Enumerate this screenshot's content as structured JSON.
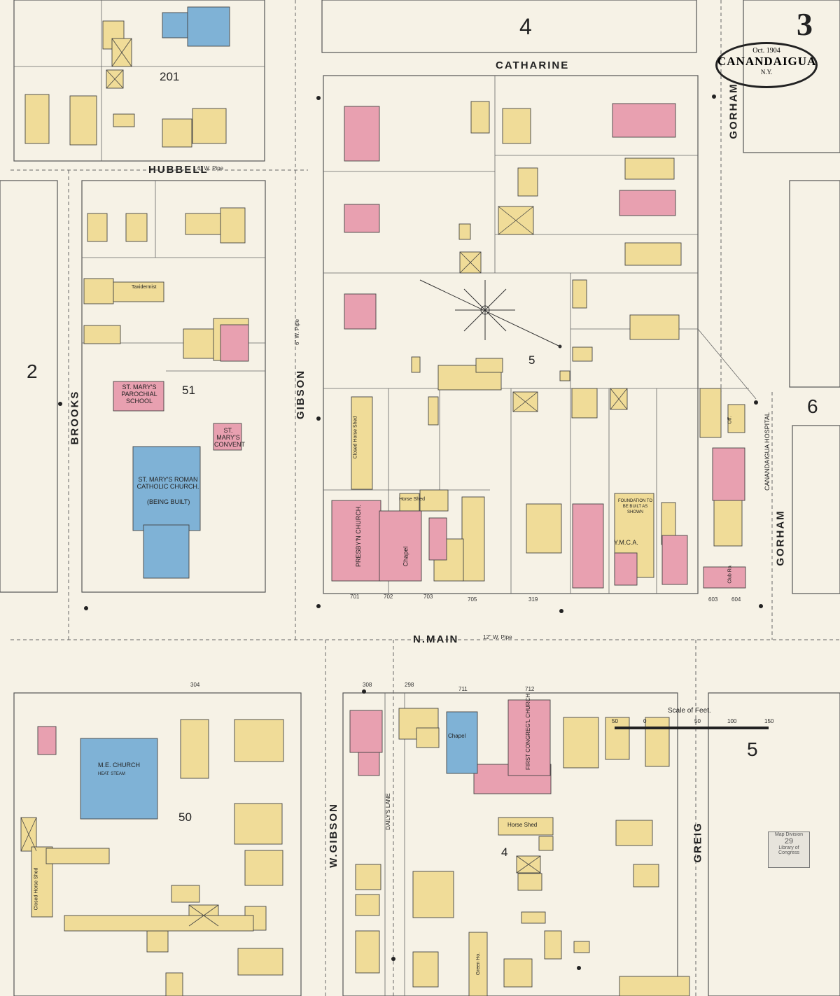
{
  "sheet": {
    "number": "3",
    "date": "Oct. 1904",
    "city": "CANANDAIGUA",
    "state": "N.Y."
  },
  "streets": {
    "catharine": "CATHARINE",
    "hubbell": "HUBBELL",
    "gibson": "GIBSON",
    "brooks": "BROOKS",
    "gorham_top": "GORHAM",
    "gorham_bottom": "GORHAM",
    "n_main": "N.MAIN",
    "w_gibson": "W.GIBSON",
    "dailys_lane": "DAILY'S LANE",
    "greig": "GREIG"
  },
  "blocks": {
    "b201": "201",
    "b51": "51",
    "b5": "5",
    "b50": "50",
    "b4": "4"
  },
  "adjacent_sheets": {
    "top": "4",
    "left": "2",
    "right": "6",
    "bottom_right": "5"
  },
  "buildings": {
    "parochial_school": "ST. MARY'S PAROCHIAL SCHOOL",
    "convent": "ST. MARY'S CONVENT",
    "catholic_church": "ST. MARY'S ROMAN CATHOLIC CHURCH.",
    "catholic_church_note": "(BEING BUILT)",
    "presbyn_church": "PRESBY'N CHURCH.",
    "chapel_north": "Chapel",
    "horse_shed_north": "Horse Shed",
    "ymca": "Y.M.C.A.",
    "foundation_note": "FOUNDATION TO BE BUILT AS SHOWN",
    "hospital": "CANANDAIGUA HOSPITAL",
    "club": "Club Ro.",
    "office": "Off.",
    "me_church": "M.E. CHURCH",
    "me_church_note": "HEAT: STEAM",
    "chapel_south": "Chapel",
    "congreg_church": "FIRST CONGREG'L CHURCH",
    "horse_shed_south": "Horse Shed",
    "closed_horse_shed_n": "Closed Horse Shed",
    "closed_horse_shed_s": "Closed Horse Shed",
    "taxidermist": "Taxidermist",
    "green_ho": "Green Ho."
  },
  "addresses": {
    "a701": "701",
    "a702": "702",
    "a703": "703",
    "a705": "705",
    "a319": "319",
    "a603": "603",
    "a604": "604",
    "a712": "712",
    "a308": "308",
    "a298": "298",
    "a711": "711",
    "a304": "304"
  },
  "pipes": {
    "n_main": "12\" W. Pipe",
    "hubbell": "6\" W. Pipe",
    "gibson": "6\" W. Pipe"
  },
  "scale": {
    "label": "Scale of Feet.",
    "ticks": [
      "50",
      "0",
      "50",
      "100",
      "150"
    ]
  },
  "stamp": {
    "line1": "Map Division",
    "line2": "29",
    "line3": "Library of Congress"
  },
  "colors": {
    "paper": "#f6f2e6",
    "frame_yellow": "#f0dc98",
    "brick_pink": "#e8a0b0",
    "stone_blue": "#7fb2d6",
    "outline": "#333333"
  }
}
